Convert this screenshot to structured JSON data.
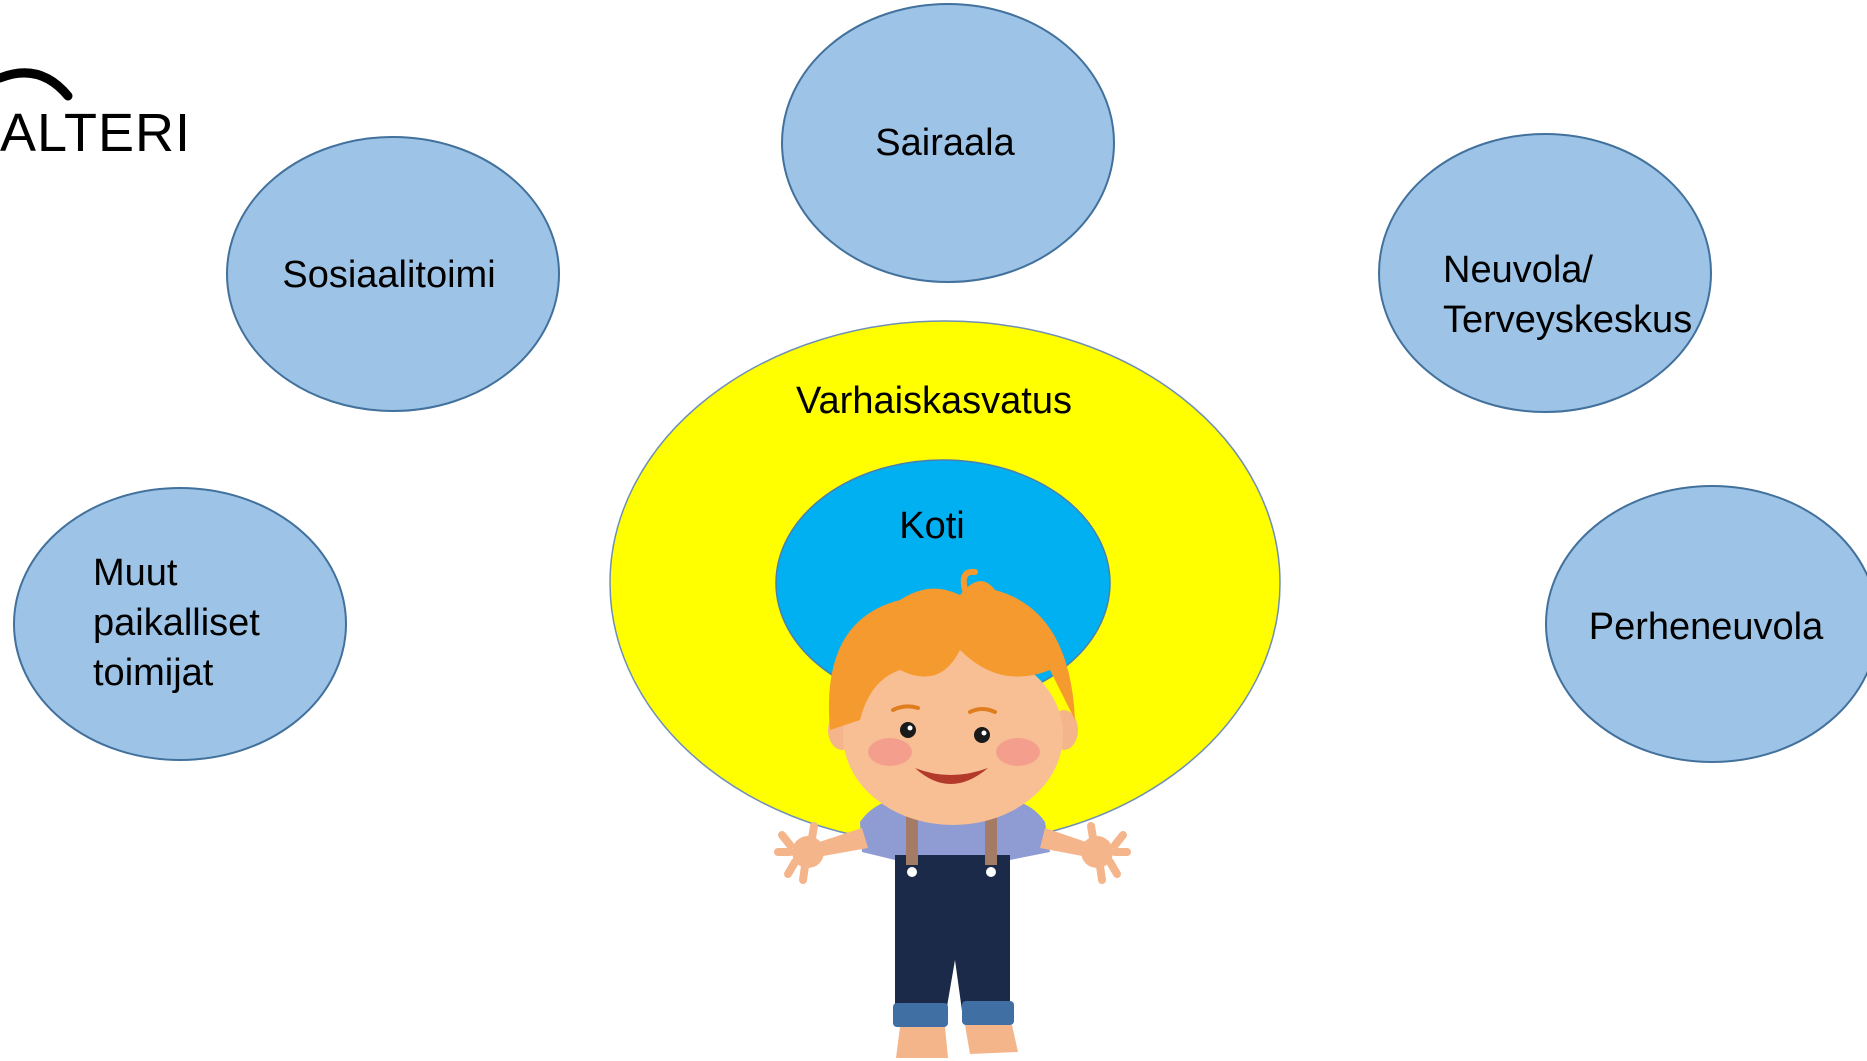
{
  "logo": {
    "text": "ALTERI",
    "brand_color": "#000000"
  },
  "diagram": {
    "outer_ring": {
      "label": "Varhaiskasvatus",
      "color": "#ffff00"
    },
    "inner_ring": {
      "label": "Koti",
      "color": "#00b0f0"
    },
    "nodes": [
      {
        "id": "sairaala",
        "label": "Sairaala"
      },
      {
        "id": "sosiaalitoimi",
        "label": "Sosiaalitoimi"
      },
      {
        "id": "neuvola",
        "label": "Neuvola/\nTerveyskeskus"
      },
      {
        "id": "muut",
        "label": "Muut\npaikalliset\ntoimijat"
      },
      {
        "id": "perheneuvola",
        "label": "Perheneuvola"
      }
    ],
    "node_color": "#9dc3e6",
    "node_border_color": "#41719c",
    "center_figure": "child-illustration"
  }
}
